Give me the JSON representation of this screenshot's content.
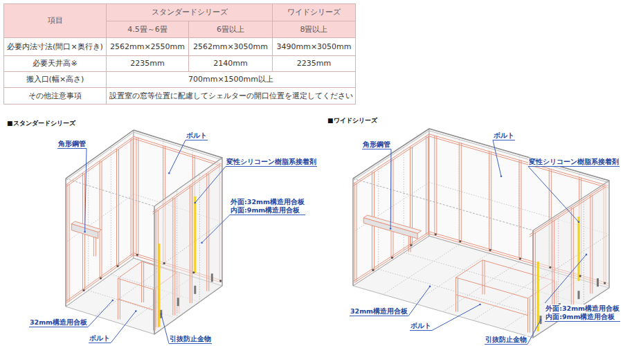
{
  "diagram": {
    "labels": [
      "項目",
      "スタンダードシリーズ",
      "ワイドシリーズ",
      "4.5畳～6畳",
      "6畳以上",
      "8畳以上",
      "必要内法寸法(間口×奥行き)",
      "2562mm×2550mm",
      "2562mm×3050mm",
      "3490mm×3050mm",
      "必要天井高※",
      "2235mm",
      "2140mm",
      "2235mm",
      "搬入口(幅×高さ)",
      "700mm×1500mm以上",
      "その他注意事項",
      "設置室の窓等位置に配慮してシェルターの開口位置を選定してください",
      "■スタンダードシリーズ",
      "角形鋼管",
      "ボルト",
      "変性シリコーン樹脂系接着剤",
      "外面:32mm構造用合板 内面:9mm構造用合板",
      "32mm構造用合板",
      "ボルト",
      "引抜防止金物",
      "■ワイドシリーズ",
      "ボルト",
      "角形鋼管",
      "変性シリコーン樹脂系接着剤",
      "32mm構造用合板",
      "ボルト",
      "引抜防止金物",
      "外面:32mm構造用合板 内面:9mm構造用合板"
    ]
  }
}
